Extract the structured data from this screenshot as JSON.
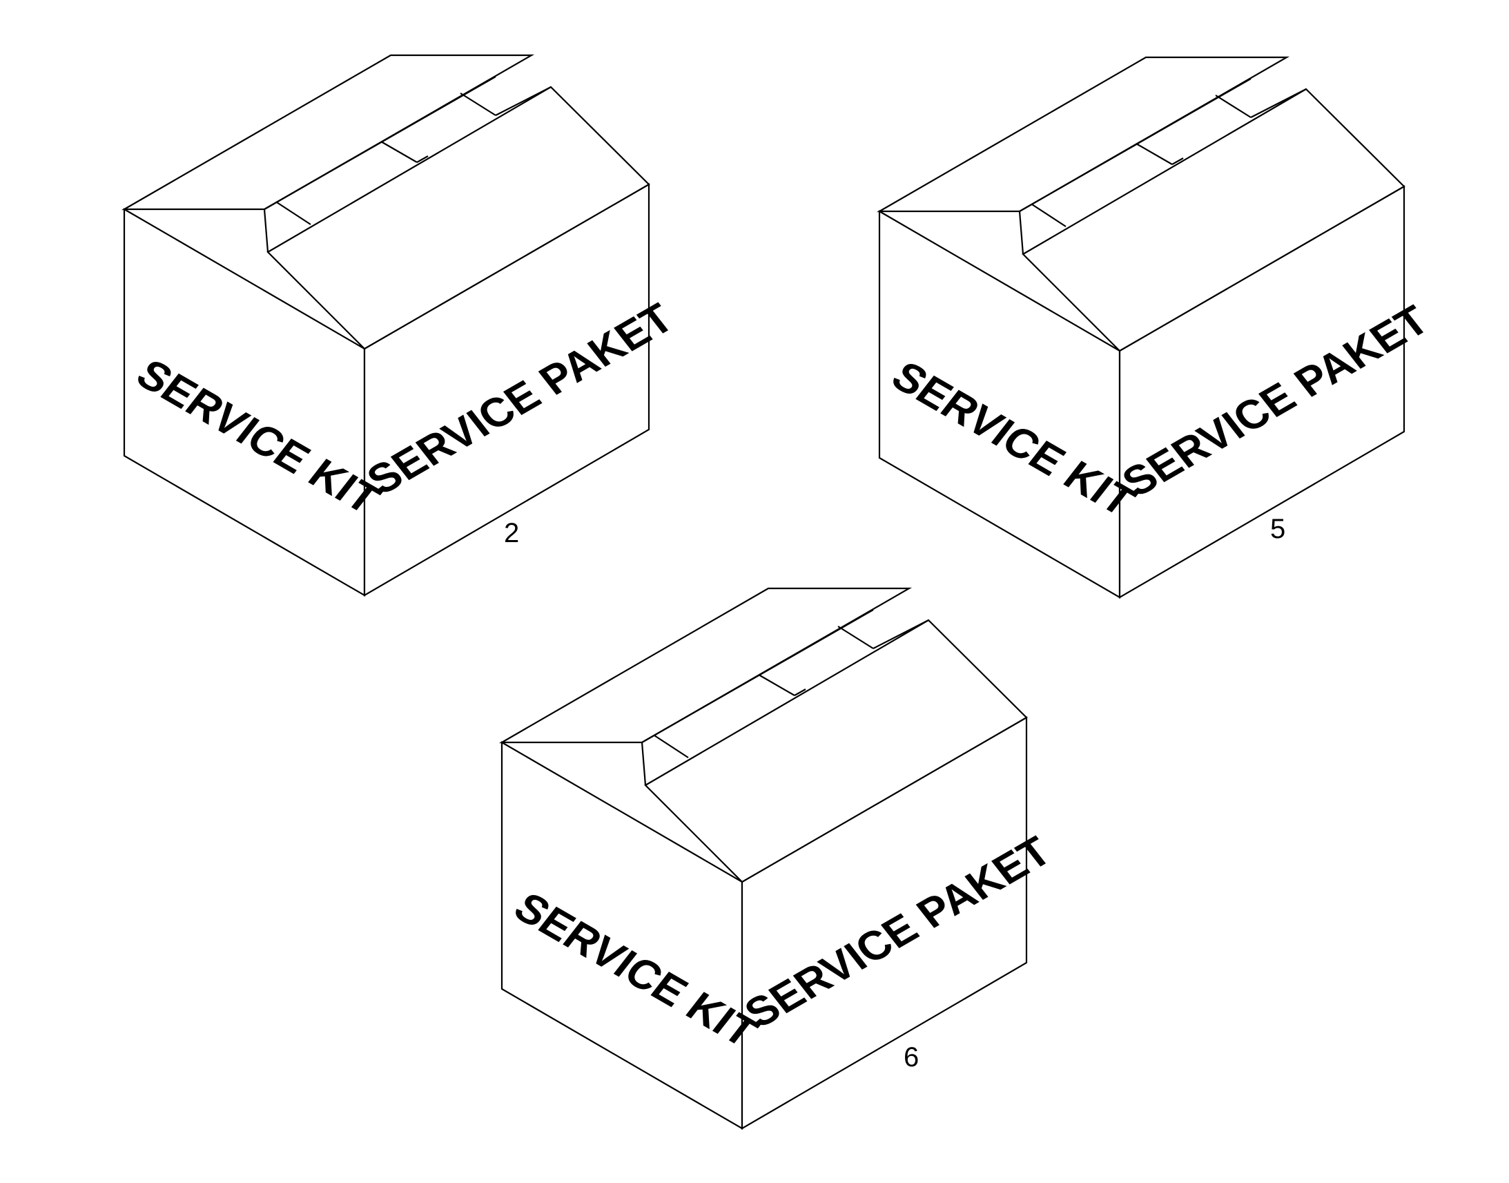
{
  "boxes": [
    {
      "number": "2",
      "left_label": "SERVICE KIT",
      "right_label": "SERVICE PAKET"
    },
    {
      "number": "5",
      "left_label": "SERVICE KIT",
      "right_label": "SERVICE PAKET"
    },
    {
      "number": "6",
      "left_label": "SERVICE KIT",
      "right_label": "SERVICE PAKET"
    }
  ],
  "colors": {
    "line": "#000000",
    "background": "#ffffff"
  }
}
